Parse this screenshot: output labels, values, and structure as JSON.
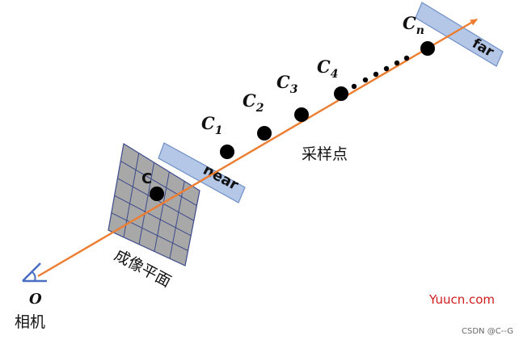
{
  "camera": {
    "origin_label": "O",
    "label": "相机"
  },
  "image_plane": {
    "label": "成像平面",
    "point_label": "C"
  },
  "planes": {
    "near_label": "near",
    "far_label": "far"
  },
  "samples": {
    "label": "采样点",
    "points": [
      {
        "letter": "C",
        "sub": "1"
      },
      {
        "letter": "C",
        "sub": "2"
      },
      {
        "letter": "C",
        "sub": "3"
      },
      {
        "letter": "C",
        "sub": "4"
      },
      {
        "letter": "C",
        "sub": "n"
      }
    ]
  },
  "watermark": "Yuucn.com",
  "credit": "CSDN @C--G",
  "colors": {
    "ray": "#ed7d31",
    "plane_fill": "#b4c7e7",
    "plane_stroke": "#6f8fc7",
    "grid_fill": "#a8a8a8",
    "grid_line": "#3c4a8a",
    "camera": "#4a6ec2",
    "point": "#000000"
  }
}
